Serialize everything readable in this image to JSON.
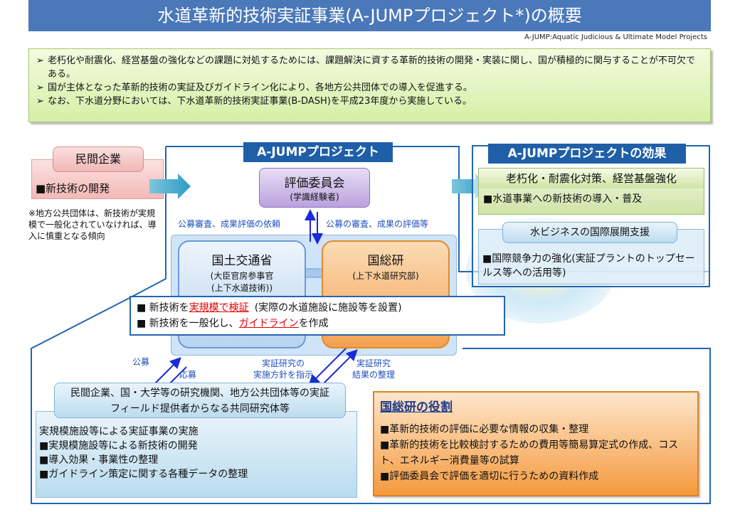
{
  "header": {
    "title": "水道革新的技術実証事業(A-JUMPプロジェクト*)の概要",
    "subtitle": "A-JUMP:Aquatic Judicious & Ultimate Model Projects"
  },
  "summary": {
    "marker": "➢",
    "bullets": [
      "老朽化や耐震化、経営基盤の強化などの課題に対処するためには、課題解決に資する革新的技術の開発・実装に関し、国が積極的に関与することが不可欠である。",
      "国が主体となった革新的技術の実証及びガイドライン化により、各地方公共団体での導入を促進する。",
      "なお、下水道分野においては、下水道革新的技術実証事業(B-DASH)を平成23年度から実施している。"
    ]
  },
  "private": {
    "title": "民間企業",
    "item": "■新技術の開発",
    "note": "※地方公共団体は、新技術が実規模で一般化されていなければ、導入に慎重となる傾向"
  },
  "project": {
    "title": "A-JUMPプロジェクト",
    "committee": {
      "name": "評価委員会",
      "sub": "(学識経験者)"
    },
    "label_left": "公募審査、成果評価の依頼",
    "label_right": "公募の審査、成果の評価等",
    "mlit": {
      "name": "国土交通省",
      "sub1": "(大臣官房参事官",
      "sub2": "(上下水道技術))"
    },
    "nilim": {
      "name": "国総研",
      "sub": "(上下水道研究部)"
    },
    "task1_pre": "■ 新技術を",
    "task1_red": "実規模で検証",
    "task1_post": "(実際の水道施設に施設等を設置)",
    "task2_pre": "■ 新技術を一般化し、",
    "task2_red": "ガイドライン",
    "task2_post": "を作成",
    "arrow_labels": {
      "koubo": "公募",
      "oubo": "応募",
      "policy1": "実証研究の",
      "policy2": "実施方針を指示",
      "result1": "実証研究",
      "result2": "結果の整理"
    }
  },
  "effects": {
    "title": "A-JUMPプロジェクトの効果",
    "head1": "老朽化・耐震化対策、経営基盤強化",
    "item1": "■水道事業への新技術の導入・普及",
    "head2": "水ビジネスの国際展開支援",
    "item2": "■国際競争力の強化(実証プラントのトップセールス等への活用等)"
  },
  "research": {
    "title": "民間企業、国・大学等の研究機関、地方公共団体等の実証フィールド提供者からなる共同研究体等",
    "lines": [
      "実規模施設等による実証事業の実施",
      "■実規模施設等による新技術の開発",
      "■導入効果・事業性の整理",
      "■ガイドライン策定に関する各種データの整理"
    ]
  },
  "nilim_role": {
    "title": "国総研の役割",
    "lines": [
      "■革新的技術の評価に必要な情報の収集・整理",
      "■革新的技術を比較検討するための費用等簡易算定式の作成、コスト、エネルギー消費量等の試算",
      "■評価委員会で評価を適切に行うための資料作成"
    ]
  },
  "colors": {
    "title_bar": "#4a78b8",
    "frame": "#2266b0",
    "arrow": "#1a2ad6",
    "orange": "#f28c28"
  }
}
